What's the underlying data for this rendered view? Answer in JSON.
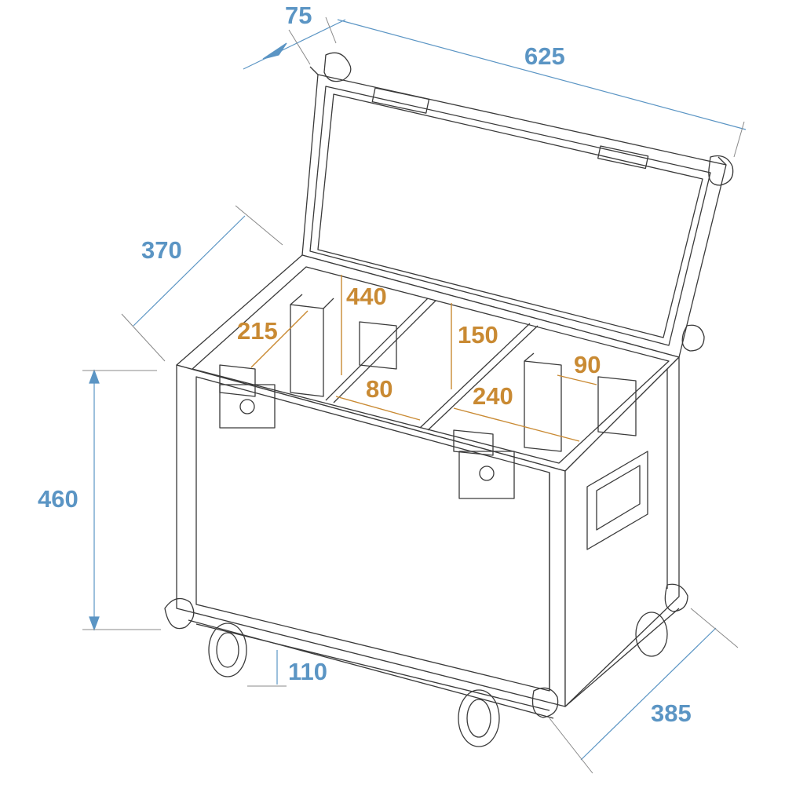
{
  "diagram": {
    "subject": "Flight case with lid open, dividers and casters",
    "colors": {
      "outer_dimension": "#5b95c4",
      "inner_dimension": "#c98a33",
      "line": "#3a3a3a"
    },
    "outer_dimensions": {
      "lid_depth": "75",
      "length": "625",
      "depth_top": "370",
      "height": "460",
      "caster_height": "110",
      "depth_bottom": "385"
    },
    "inner_dimensions": {
      "compartment_depth": "215",
      "inner_height": "440",
      "divider_height": "150",
      "compartment_width_a": "80",
      "compartment_width_b": "240",
      "compartment_width_c": "90"
    }
  }
}
